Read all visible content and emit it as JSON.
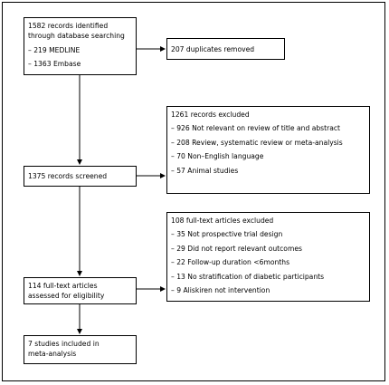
{
  "identified": {
    "title_lines": [
      "1582 records identified",
      "through database searching"
    ],
    "items": [
      "– 219 MEDLINE",
      "– 1363 Embase"
    ]
  },
  "duplicates": {
    "text": "207 duplicates removed"
  },
  "records_excluded": {
    "title": "1261 records excluded",
    "items": [
      "– 926 Not relevant on review of title and abstract",
      "– 208 Review, systematic review or meta-analysis",
      "– 70 Non–English language",
      "– 57 Animal studies"
    ]
  },
  "screened": {
    "text": "1375 records screened"
  },
  "fulltext_excluded": {
    "title": "108 full-text articles excluded",
    "items": [
      "– 35 Not prospective trial design",
      "– 29 Did not report relevant outcomes",
      "– 22 Follow-up duration <6months",
      "– 13 No stratification of diabetic participants",
      "– 9 Aliskiren not intervention"
    ]
  },
  "assessed": {
    "lines": [
      "114 full-text articles",
      "assessed for eligibility"
    ]
  },
  "included": {
    "lines": [
      "7 studies included in",
      "meta-analysis"
    ]
  }
}
